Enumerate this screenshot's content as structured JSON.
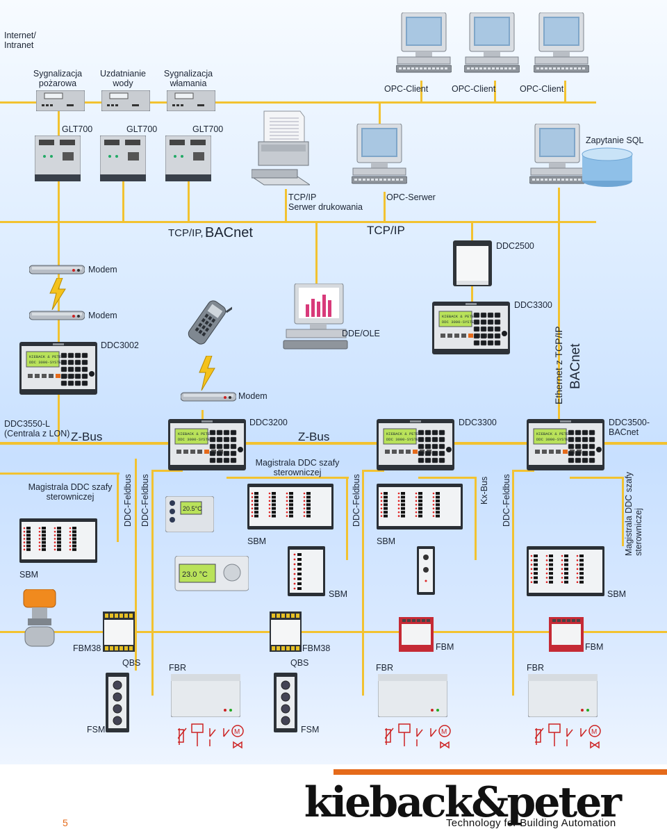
{
  "labels": {
    "internet": "Internet/\nIntranet",
    "sig_fire": "Sygnalizacja\npożarowa",
    "water": "Uzdatnianie\nwody",
    "sig_burglar": "Sygnalizacja\nwłamania",
    "opc1": "OPC-Client",
    "opc2": "OPC-Client",
    "opc3": "OPC-Client",
    "glt1": "GLT700",
    "glt2": "GLT700",
    "glt3": "GLT700",
    "sql": "Zapytanie SQL",
    "tcpip_print": "TCP/IP\nSerwer drukowania",
    "opc_server": "OPC-Serwer",
    "tcpip_bacnet_a": "TCP/IP,",
    "tcpip_bacnet_b": "BACnet",
    "tcpip": "TCP/IP",
    "ddc2500": "DDC2500",
    "modem1": "Modem",
    "modem2": "Modem",
    "modem3": "Modem",
    "ddc3300_top": "DDC3300",
    "dde_ole": "DDE/OLE",
    "ddc3002": "DDC3002",
    "ethernet": "Ethernet z TCP/IP",
    "bacnet_vert": "BACnet",
    "ddc3550": "DDC3550-L\n(Centrala z LON)",
    "zbus1": "Z-Bus",
    "ddc3200": "DDC3200",
    "zbus2": "Z-Bus",
    "ddc3300_mid": "DDC3300",
    "ddc3500": "DDC3500-\nBACnet",
    "magistrala_center": "Magistrala DDC szafy\nsterowniczej",
    "magistrala_left": "Magistrala DDC szafy\nsterowniczej",
    "ddc_feldbus1": "DDC-Feldbus",
    "ddc_feldbus2": "DDC-Feldbus",
    "ddc_feldbus3": "DDC-Feldbus",
    "kx_bus": "Kx-Bus",
    "ddc_feldbus4": "DDC-Feldbus",
    "magistrala_right": "Magistrala DDC szafy\nsterowniczej",
    "sbm_left": "SBM",
    "sbm_c1": "SBM",
    "sbm_c2": "SBM",
    "sbm_r1": "SBM",
    "sbm_r2": "SBM",
    "fbm38_1": "FBM38",
    "fbm38_2": "FBM38",
    "qbs1": "QBS",
    "qbs2": "QBS",
    "fbr1": "FBR",
    "fbr2": "FBR",
    "fbr3": "FBR",
    "fbm1": "FBM",
    "fbm2": "FBM",
    "fsm1": "FSM",
    "fsm2": "FSM",
    "room_temp1": "20.5°C",
    "room_temp2": "23.0 °C",
    "ddc_screen_text": "KIEBACK & PETER\nDDC 3000-SYSTEM"
  },
  "footer": {
    "page_number": "5",
    "brand": "kieback&peter",
    "tagline": "Technology for Building Automation"
  },
  "colors": {
    "bus_wire": "#f2c230",
    "device_body": "#2b3036",
    "lcd": "#b9e25a",
    "accent": "#e56a1a"
  }
}
